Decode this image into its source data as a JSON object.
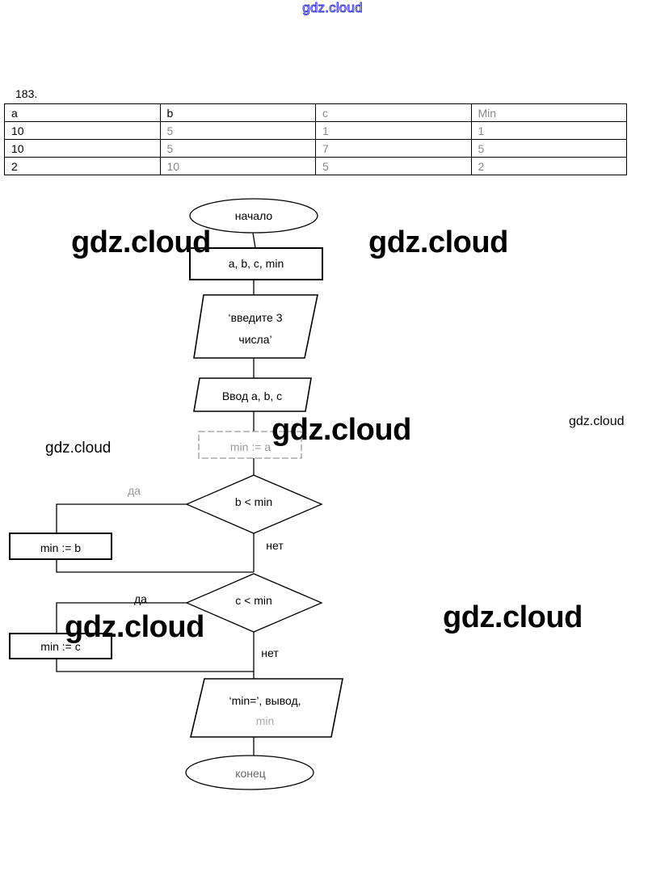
{
  "watermarks": {
    "top": "gdz.cloud",
    "big": [
      "gdz.cloud",
      "gdz.cloud",
      "gdz.cloud",
      "gdz.cloud",
      "gdz.cloud"
    ],
    "small": [
      "gdz.cloud",
      "gdz.cloud"
    ]
  },
  "task_number": "183.",
  "table": {
    "headers": [
      "a",
      "b",
      "c",
      "Min"
    ],
    "rows": [
      [
        "10",
        "5",
        "1",
        "1"
      ],
      [
        "10",
        "5",
        "7",
        "5"
      ],
      [
        "2",
        "10",
        "5",
        "2"
      ]
    ]
  },
  "flowchart": {
    "start": "начало",
    "declare": "a, b, c, min",
    "prompt_line1": "‘введите 3",
    "prompt_line2": "числа’",
    "input": "Ввод a, b, c",
    "init": "min := a",
    "cond1": "b < min",
    "cond1_yes": "да",
    "cond1_no": "нет",
    "assign1": "min := b",
    "cond2": "c < min",
    "cond2_yes": "да",
    "cond2_no": "нет",
    "assign2": "min := c",
    "output_line1": "‘min=’, вывод,",
    "output_line2": "min",
    "end": "конец"
  }
}
